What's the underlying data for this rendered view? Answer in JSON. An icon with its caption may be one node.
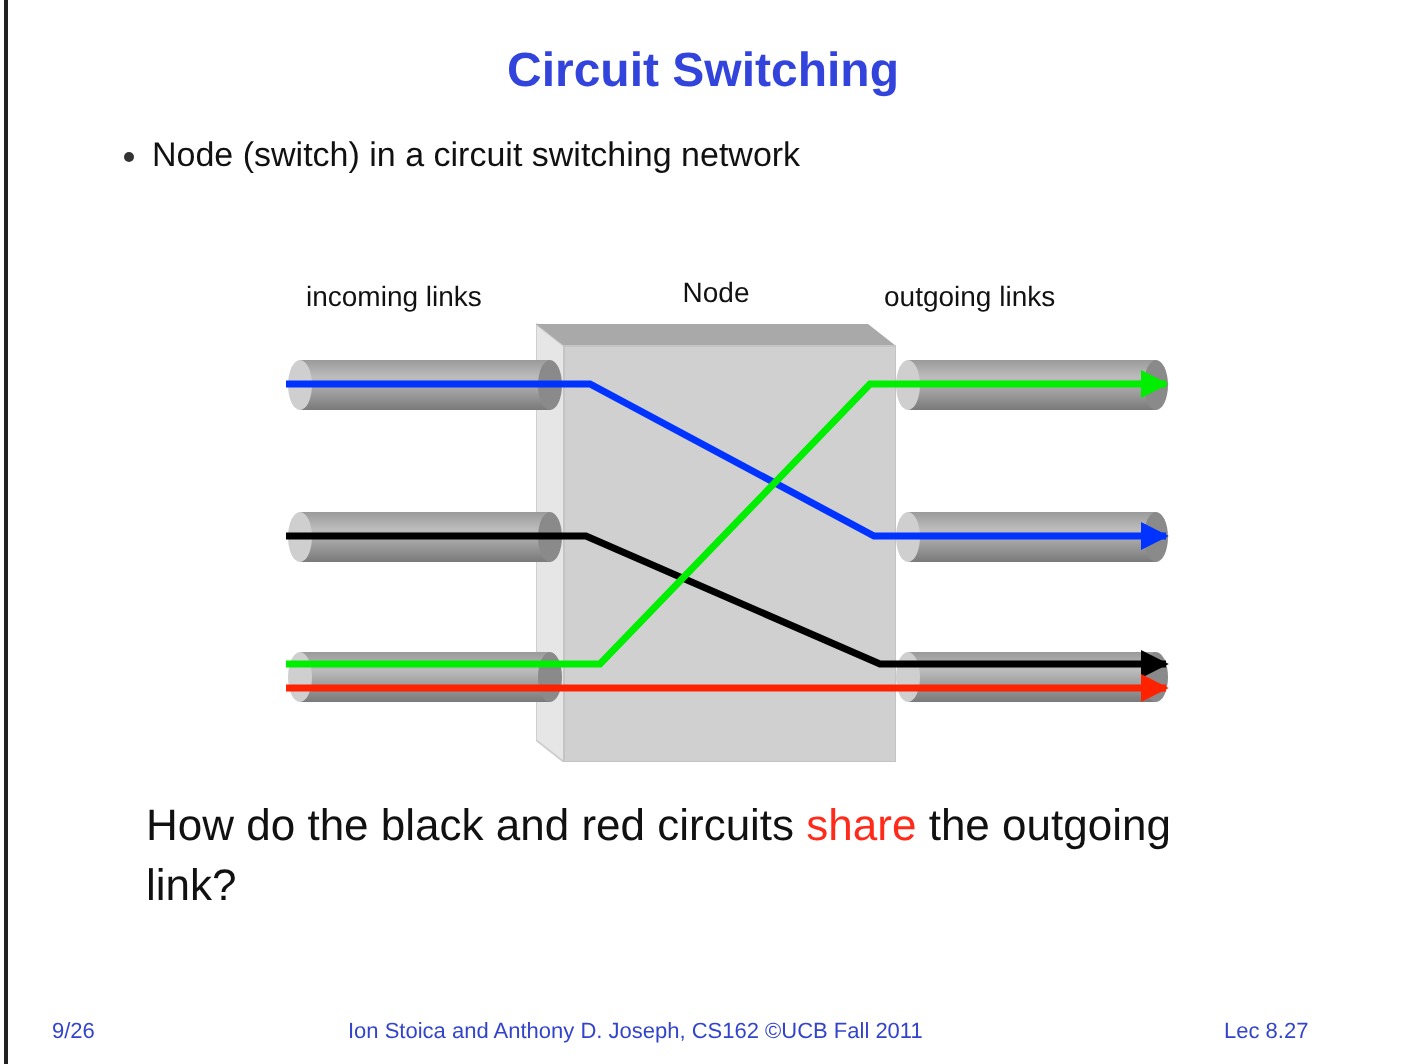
{
  "diagram": {
    "title": "Circuit Switching",
    "nodes": [
      {
        "text": [
          "Node"
        ]
      },
      {
        "text": [],
        "shape": "cylinder"
      },
      {
        "text": [],
        "shape": "cylinder"
      },
      {
        "text": [],
        "shape": "cylinder"
      },
      {
        "text": [],
        "shape": "cylinder"
      },
      {
        "text": [],
        "shape": "cylinder"
      },
      {
        "text": [],
        "shape": "cylinder"
      }
    ],
    "edges": [
      {
        "from": 1,
        "to": 0,
        "arrow": "none",
        "color": "#0033ff"
      },
      {
        "from": 0,
        "to": 5,
        "arrow": "to",
        "color": "#0033ff"
      },
      {
        "from": 2,
        "to": 0,
        "arrow": "none",
        "color": "#000000"
      },
      {
        "from": 0,
        "to": 6,
        "arrow": "to",
        "color": "#000000"
      },
      {
        "from": 3,
        "to": 0,
        "arrow": "none",
        "color": "#00ee00"
      },
      {
        "from": 0,
        "to": 4,
        "arrow": "to",
        "color": "#00ee00"
      },
      {
        "from": 3,
        "to": 0,
        "arrow": "none",
        "color": "#ff2200"
      },
      {
        "from": 0,
        "to": 6,
        "arrow": "to",
        "color": "#ff2200"
      }
    ],
    "labels": [
      "Node (switch) in a circuit switching network",
      "incoming links",
      "outgoing links",
      "How do the black and red circuits **share** the outgoing link?",
      "9/26",
      "Ion Stoica and Anthony D. Joseph, CS162 ©UCB Fall 2011",
      "Lec 8.27"
    ]
  }
}
